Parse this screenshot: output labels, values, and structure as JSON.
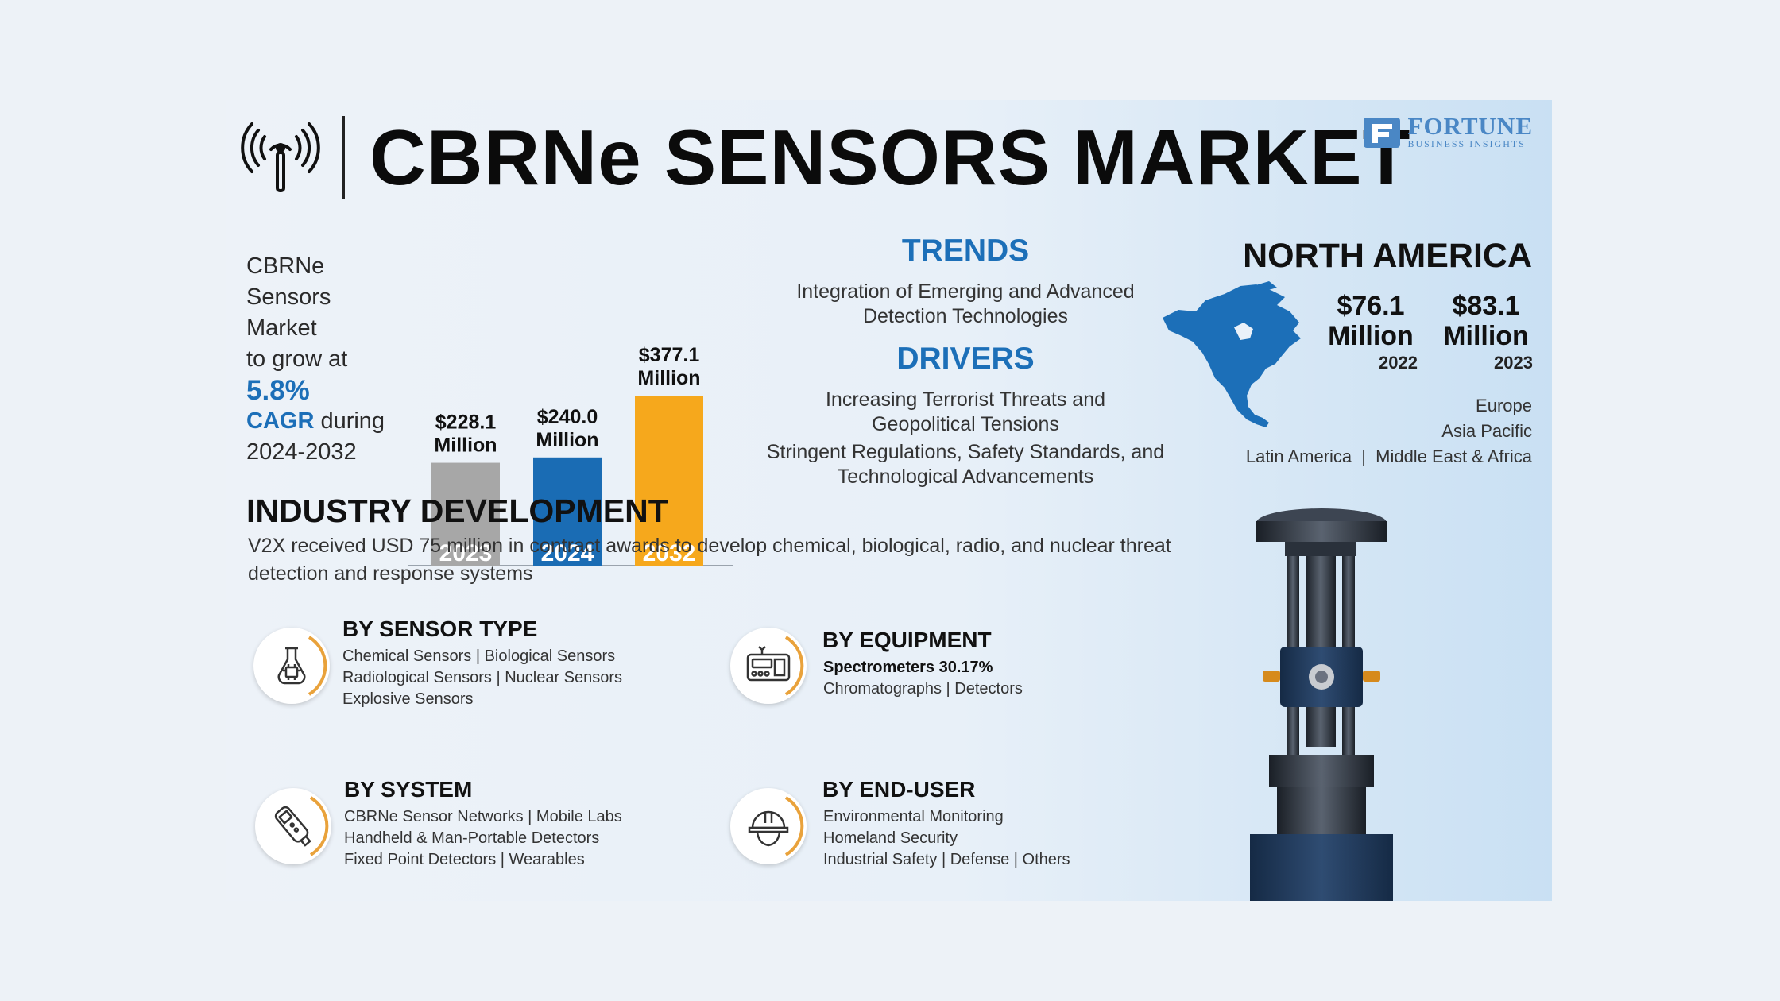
{
  "header": {
    "title": "CBRNe SENSORS MARKET",
    "logo_main": "FORTUNE",
    "logo_sub": "BUSINESS INSIGHTS"
  },
  "intro": {
    "line1": "CBRNe",
    "line2": "Sensors",
    "line3": "Market",
    "line4": "to grow at",
    "rate": "5.8%",
    "cagr": "CAGR",
    "during": " during",
    "period": "2024-2032"
  },
  "chart_data": {
    "type": "bar",
    "categories": [
      "2023",
      "2024",
      "2032"
    ],
    "values": [
      228.1,
      240.0,
      377.1
    ],
    "value_labels": [
      "$228.1\nMillion",
      "$240.0\nMillion",
      "$377.1\nMillion"
    ],
    "colors": [
      "#a7a7a7",
      "#1a6cb4",
      "#f6a81c"
    ],
    "title": "",
    "xlabel": "",
    "ylabel": "",
    "ylim": [
      0,
      377.1
    ]
  },
  "trends": {
    "heading": "TRENDS",
    "line1": "Integration of Emerging and Advanced",
    "line2": "Detection Technologies"
  },
  "drivers": {
    "heading": "DRIVERS",
    "item1_line1": "Increasing Terrorist Threats and",
    "item1_line2": "Geopolitical Tensions",
    "item2_line1": "Stringent Regulations, Safety Standards, and",
    "item2_line2": "Technological Advancements"
  },
  "north_america": {
    "title": "NORTH AMERICA",
    "stats": [
      {
        "value_line1": "$76.1",
        "value_line2": "Million",
        "year": "2022"
      },
      {
        "value_line1": "$83.1",
        "value_line2": "Million",
        "year": "2023"
      }
    ],
    "regions": {
      "europe": "Europe",
      "asia": "Asia Pacific",
      "latin": "Latin America",
      "sep": "|",
      "mea": "Middle East & Africa"
    }
  },
  "industry": {
    "heading": "INDUSTRY DEVELOPMENT",
    "text": "V2X received USD 75 million in contract awards to develop chemical, biological, radio, and nuclear threat detection and response systems"
  },
  "segments": {
    "sensor_type": {
      "heading": "BY SENSOR TYPE",
      "line1": "Chemical Sensors  |  Biological Sensors",
      "line2": "Radiological Sensors  |  Nuclear Sensors",
      "line3": "Explosive Sensors"
    },
    "equipment": {
      "heading": "BY EQUIPMENT",
      "highlight": "Spectrometers 30.17%",
      "line1": "Chromatographs  |  Detectors"
    },
    "system": {
      "heading": "BY SYSTEM",
      "line1": "CBRNe Sensor Networks  |   Mobile Labs",
      "line2": "Handheld & Man-Portable Detectors",
      "line3": "Fixed Point Detectors  |  Wearables"
    },
    "end_user": {
      "heading": "BY END-USER",
      "line1": "Environmental Monitoring",
      "line2": "Homeland Security",
      "line3": "Industrial Safety  |  Defense  |  Others"
    }
  },
  "colors": {
    "accent_blue": "#1c6fb8",
    "accent_orange": "#e9a23b"
  },
  "icons": {
    "header": "antenna-icon",
    "sensor_type": "flask-chip-icon",
    "equipment": "spectrometer-icon",
    "system": "handheld-detector-icon",
    "end_user": "hard-hat-icon"
  }
}
